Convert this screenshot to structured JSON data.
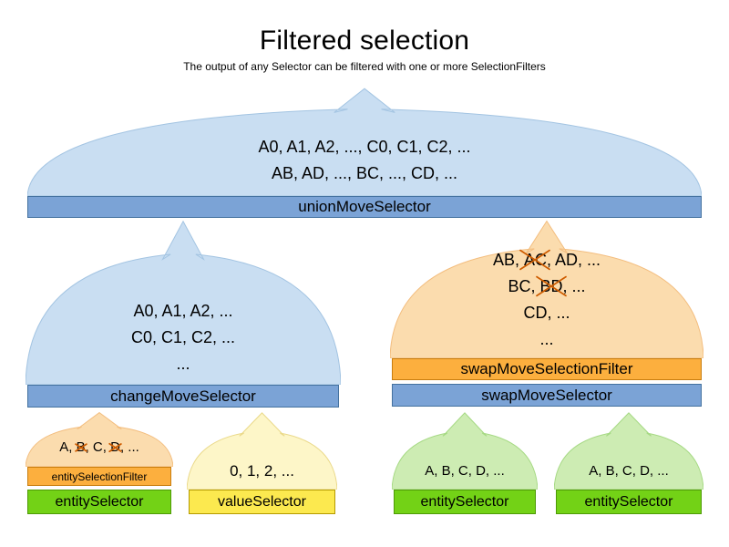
{
  "title": "Filtered selection",
  "subtitle": "The output of any Selector can be filtered with one or more SelectionFilters",
  "union": {
    "lines": [
      "A0, A1, A2, ..., C0, C1, C2, ...",
      "AB, AD, ..., BC, ..., CD, ..."
    ],
    "bar_label": "unionMoveSelector"
  },
  "change": {
    "lines": [
      "A0, A1, A2, ...",
      "C0, C1, C2, ...",
      "..."
    ],
    "bar_label": "changeMoveSelector"
  },
  "swap": {
    "lines": [
      [
        {
          "text": "AB, "
        },
        {
          "text": "AC",
          "crossed": true
        },
        {
          "text": ", AD, ..."
        }
      ],
      [
        {
          "text": "BC, "
        },
        {
          "text": "BD",
          "crossed": true
        },
        {
          "text": ", ..."
        }
      ],
      [
        {
          "text": "CD, ..."
        }
      ],
      [
        {
          "text": "..."
        }
      ]
    ],
    "filter_bar_label": "swapMoveSelectionFilter",
    "bar_label": "swapMoveSelector"
  },
  "entity_filtered": {
    "line": [
      {
        "text": "A, "
      },
      {
        "text": "B",
        "crossed": true
      },
      {
        "text": ", C, "
      },
      {
        "text": "D",
        "crossed": true
      },
      {
        "text": ", ..."
      }
    ],
    "filter_bar_label": "entitySelectionFilter",
    "bar_label": "entitySelector"
  },
  "value": {
    "line": "0, 1, 2, ...",
    "bar_label": "valueSelector"
  },
  "entity_a": {
    "line": "A, B, C, D, ...",
    "bar_label": "entitySelector"
  },
  "entity_b": {
    "line": "A, B, C, D, ...",
    "bar_label": "entitySelector"
  },
  "colors": {
    "blue_funnel": "#c9def2",
    "blue_funnel_border": "#a3c4e2",
    "blue_bar": "#7ba3d6",
    "blue_bar_border": "#44719f",
    "orange_funnel": "#fbdcae",
    "orange_funnel_border": "#f3bd7e",
    "orange_bar": "#fcaf3e",
    "orange_bar_border": "#c87d0e",
    "green_funnel": "#cdecb3",
    "green_funnel_border": "#a6d984",
    "green_bar": "#73d216",
    "green_bar_border": "#4e9a06",
    "yellow_funnel": "#fdf6c8",
    "yellow_funnel_border": "#ead98a",
    "yellow_bar": "#fce94f",
    "yellow_bar_border": "#b59a00",
    "cross": "#ce5c00",
    "text": "#000000"
  }
}
